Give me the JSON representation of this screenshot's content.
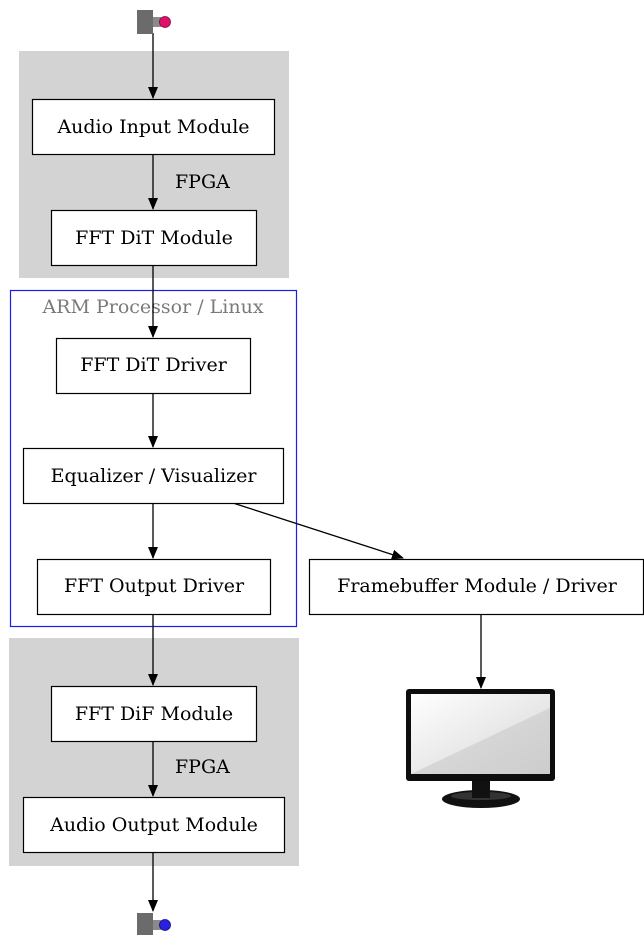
{
  "clusters": {
    "fpga_top": {
      "label": "FPGA"
    },
    "arm": {
      "label": "ARM Processor / Linux"
    },
    "fpga_bottom": {
      "label": "FPGA"
    }
  },
  "nodes": {
    "audio_input": "Audio Input Module",
    "fft_dit_module": "FFT DiT Module",
    "fft_dit_driver": "FFT DiT Driver",
    "equalizer": "Equalizer / Visualizer",
    "fft_output_driver": "FFT Output Driver",
    "framebuffer": "Framebuffer Module / Driver",
    "fft_dif_module": "FFT DiF Module",
    "audio_output": "Audio Output Module"
  },
  "connectors": {
    "input_color": "#e0106a",
    "output_color": "#2a20e0"
  },
  "colors": {
    "cluster_fill": "#d3d3d3",
    "arm_border": "#1e1ee6"
  },
  "icons": [
    "input-jack-icon",
    "output-jack-icon",
    "monitor-icon"
  ]
}
